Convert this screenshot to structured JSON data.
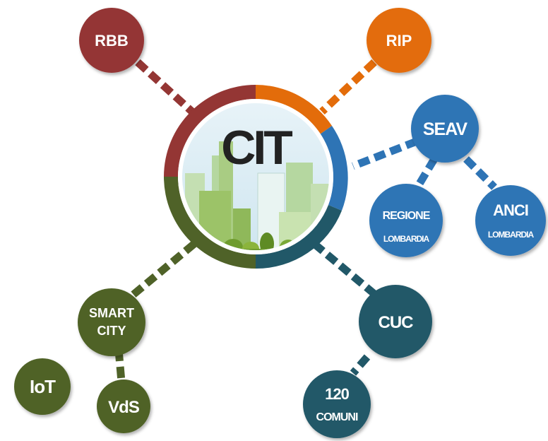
{
  "hub": {
    "label": "CIT"
  },
  "nodes": {
    "rbb": {
      "label": "RBB",
      "color": "#943634"
    },
    "rip": {
      "label": "RIP",
      "color": "#e36c0a"
    },
    "seav": {
      "label": "SEAV",
      "color": "#2e74b5"
    },
    "regione": {
      "line1": "REGIONE",
      "line2": "LOMBARDIA",
      "color": "#2e74b5"
    },
    "anci": {
      "line1": "ANCI",
      "line2": "LOMBARDIA",
      "color": "#2e74b5"
    },
    "cuc": {
      "label": "CUC",
      "color": "#215868"
    },
    "smart_city": {
      "line1": "SMART",
      "line2": "CITY",
      "color": "#4f6228"
    },
    "iot": {
      "label": "IoT",
      "color": "#4f6228"
    },
    "vds": {
      "label": "VdS",
      "color": "#4f6228"
    },
    "comuni": {
      "line1": "120",
      "line2": "COMUNI",
      "color": "#215868"
    }
  },
  "ring_colors": {
    "top_left": "#943634",
    "top_right": "#e36c0a",
    "right": "#2e74b5",
    "bottom_right": "#215868",
    "bottom_left": "#4f6228"
  }
}
